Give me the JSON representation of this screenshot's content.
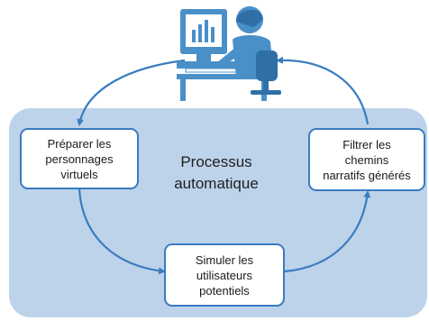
{
  "process_label": "Processus\nautomatique",
  "steps": [
    {
      "label": "Préparer les\npersonnages\nvirtuels"
    },
    {
      "label": "Simuler les\nutilisateurs\npotentiels"
    },
    {
      "label": "Filtrer les\nchemins\nnarratifs générés"
    }
  ],
  "colors": {
    "panel": "#bcd3ea",
    "box_border": "#3a7cc0",
    "arrow": "#3a7cc0",
    "person": "#4a90c8"
  },
  "icons": [
    "user-at-computer-icon"
  ]
}
